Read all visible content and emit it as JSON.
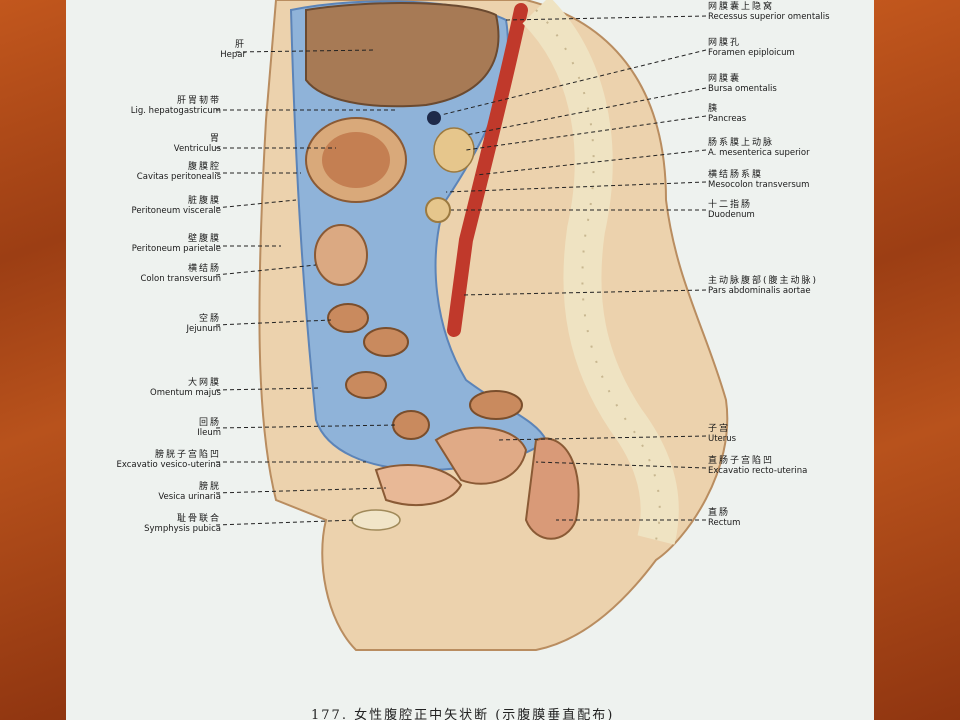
{
  "labels_left": [
    {
      "zh": "肝",
      "la": "Hepar"
    },
    {
      "zh": "肝胃韧带",
      "la": "Lig. hepatogastricum"
    },
    {
      "zh": "胃",
      "la": "Ventriculus"
    },
    {
      "zh": "腹膜腔",
      "la": "Cavitas peritonealis"
    },
    {
      "zh": "脏腹膜",
      "la": "Peritoneum viscerale"
    },
    {
      "zh": "壁腹膜",
      "la": "Peritoneum parietale"
    },
    {
      "zh": "横结肠",
      "la": "Colon transversum"
    },
    {
      "zh": "空肠",
      "la": "Jejunum"
    },
    {
      "zh": "大网膜",
      "la": "Omentum majus"
    },
    {
      "zh": "回肠",
      "la": "Ileum"
    },
    {
      "zh": "膀胱子宫陷凹",
      "la": "Excavatio vesico-uterina"
    },
    {
      "zh": "膀胱",
      "la": "Vesica urinaria"
    },
    {
      "zh": "耻骨联合",
      "la": "Symphysis pubica"
    }
  ],
  "labels_right": [
    {
      "zh": "网膜囊上隐窝",
      "la": "Recessus superior omentalis"
    },
    {
      "zh": "网膜孔",
      "la": "Foramen epiploicum"
    },
    {
      "zh": "网膜囊",
      "la": "Bursa omentalis"
    },
    {
      "zh": "胰",
      "la": "Pancreas"
    },
    {
      "zh": "肠系膜上动脉",
      "la": "A. mesenterica superior"
    },
    {
      "zh": "横结肠系膜",
      "la": "Mesocolon transversum"
    },
    {
      "zh": "十二指肠",
      "la": "Duodenum"
    },
    {
      "zh": "主动脉腹部(腹主动脉)",
      "la": "Pars abdominalis aortae"
    },
    {
      "zh": "子宫",
      "la": "Uterus"
    },
    {
      "zh": "直肠子宫陷凹",
      "la": "Excavatio recto-uterina"
    },
    {
      "zh": "直肠",
      "la": "Rectum"
    }
  ],
  "caption": "177. 女性腹腔正中矢状断 (示腹膜垂直配布)",
  "colors": {
    "peritoneum": "#8fb3d9",
    "skin": "#e8c9a0",
    "aorta": "#c0392b",
    "spine": "#efe3c2",
    "slide_border": "#a8461a"
  }
}
